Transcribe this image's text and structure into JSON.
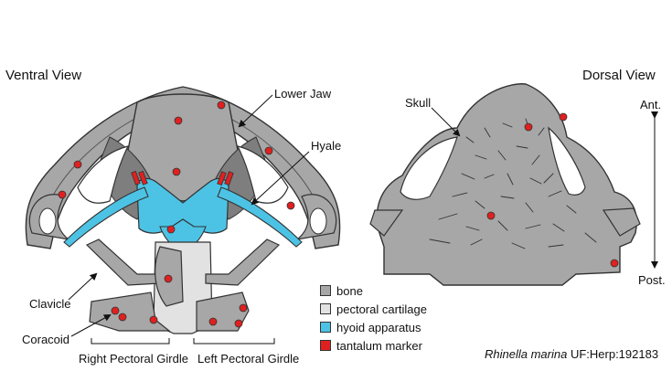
{
  "views": {
    "ventral_title": "Ventral View",
    "dorsal_title": "Dorsal View"
  },
  "labels": {
    "lower_jaw": "Lower Jaw",
    "hyale": "Hyale",
    "skull": "Skull",
    "clavicle": "Clavicle",
    "coracoid": "Coracoid",
    "right_pectoral_girdle": "Right Pectoral Girdle",
    "left_pectoral_girdle": "Left Pectoral Girdle",
    "anterior": "Ant.",
    "posterior": "Post."
  },
  "legend": {
    "items": [
      {
        "label": "bone",
        "color": "#a7a7a7"
      },
      {
        "label": "pectoral cartilage",
        "color": "#e2e2e2"
      },
      {
        "label": "hyoid apparatus",
        "color": "#4cc3e5"
      },
      {
        "label": "tantalum marker",
        "color": "#e02020"
      }
    ]
  },
  "specimen": {
    "species": "Rhinella marina",
    "catalog": "UF:Herp:192183"
  },
  "colors": {
    "bone": "#a7a7a7",
    "bone_dark": "#7e7e7e",
    "cartilage": "#e2e2e2",
    "hyoid": "#4cc3e5",
    "marker": "#e02020",
    "outline": "#333333"
  }
}
